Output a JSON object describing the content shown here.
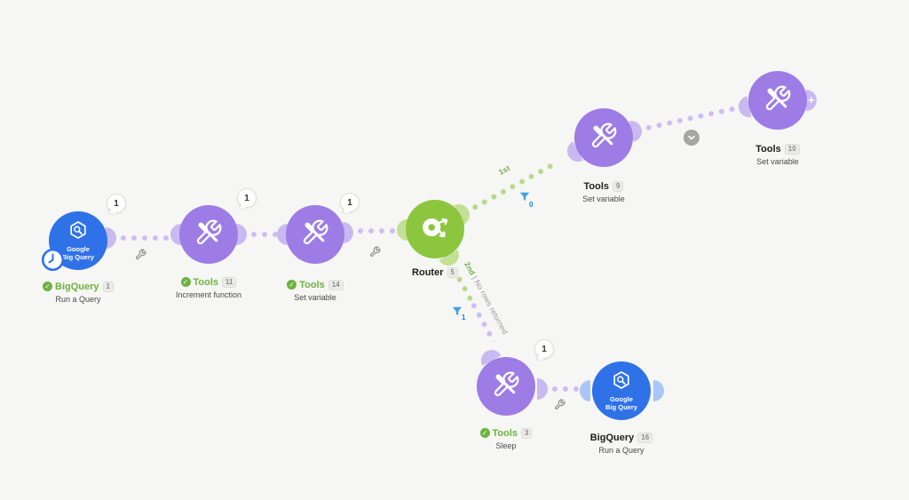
{
  "colors": {
    "bg": "#f6f6f4",
    "purple": "#9d7ce5",
    "purple_light": "#c9b9f1",
    "green": "#8cc63e",
    "green_light": "#c3e194",
    "blue": "#2f72e8",
    "blue_light": "#a9c6f6",
    "label_green": "#6db33f",
    "dot_purple": "#ccbdf3",
    "dot_green": "#b9d98b",
    "filter_blue": "#3ea2e5",
    "wrench_gray": "#8f8f8f",
    "badge_text": "#8b8b8b",
    "sub_text": "#4a4a4a"
  },
  "nodes": [
    {
      "name": "BigQuery",
      "badge": "1",
      "sublabel": "Run a Query",
      "bubble": "1",
      "brand1": "Google",
      "brand2": "Big Query"
    },
    {
      "name": "Tools",
      "badge": "11",
      "sublabel": "Increment function",
      "bubble": "1"
    },
    {
      "name": "Tools",
      "badge": "14",
      "sublabel": "Set variable",
      "bubble": "1"
    },
    {
      "name": "Router",
      "badge": "5"
    },
    {
      "name": "Tools",
      "badge": "9",
      "sublabel": "Set variable"
    },
    {
      "name": "Tools",
      "badge": "10",
      "sublabel": "Set variable"
    },
    {
      "name": "Tools",
      "badge": "3",
      "sublabel": "Sleep",
      "bubble": "1"
    },
    {
      "name": "BigQuery",
      "badge": "16",
      "sublabel": "Run a Query",
      "brand1": "Google",
      "brand2": "Big Query"
    }
  ],
  "branches": {
    "first": {
      "label": "1st",
      "filter_count": "0"
    },
    "second": {
      "label_num": "2nd",
      "label_text": "| No rows returned",
      "filter_count": "1"
    }
  },
  "misc": {
    "plus": "+"
  }
}
